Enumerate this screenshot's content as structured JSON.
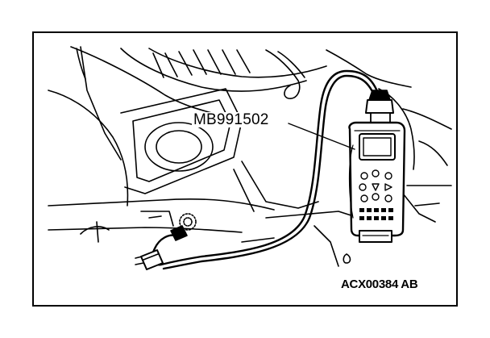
{
  "figure": {
    "tool_label": "MB991502",
    "figure_code": "ACX00384 AB"
  },
  "parts": {
    "scan_tool": "scan-tool-handset",
    "cable": "scan-tool-cable",
    "connector": "diagnosis-connector",
    "dashboard": "instrument-panel-lower"
  },
  "colors": {
    "line": "#000000",
    "background": "#ffffff"
  }
}
